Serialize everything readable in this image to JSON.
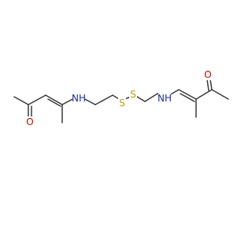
{
  "molecule": {
    "atoms": {
      "O_left": {
        "symbol": "O",
        "color": "#d10000"
      },
      "N_left": {
        "symbol": "NH",
        "color": "#1b2fa8"
      },
      "S_left": {
        "symbol": "S",
        "color": "#b8a200"
      },
      "S_right": {
        "symbol": "S",
        "color": "#b8a200"
      },
      "N_right": {
        "symbol": "NH",
        "color": "#1b2fa8"
      },
      "O_right": {
        "symbol": "O",
        "color": "#d10000"
      }
    }
  }
}
